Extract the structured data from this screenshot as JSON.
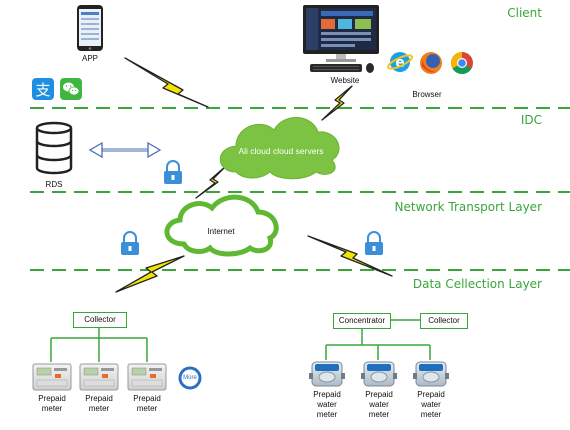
{
  "layers": {
    "client": "Client",
    "idc": "IDC",
    "network": "Network Transport Layer",
    "data_collection": "Data Cellection Layer"
  },
  "client": {
    "app_label": "APP",
    "website_label": "Website",
    "browser_label": "Browser"
  },
  "idc": {
    "cloud_label": "Ali cloud  cloud servers",
    "rds_label": "RDS"
  },
  "network": {
    "internet_label": "Internet"
  },
  "collection": {
    "left_collector": "Collector",
    "concentrator": "Concentrator",
    "right_collector": "Collector",
    "meters_left": [
      "Prepaid\nmeter",
      "Prepaid\nmeter",
      "Prepaid\nmeter"
    ],
    "more_label": "More",
    "meters_right": [
      "Prepaid\nwater\nmeter",
      "Prepaid\nwater\nmeter",
      "Prepaid\nwater\nmeter"
    ]
  },
  "colors": {
    "green": "#3aa63a",
    "cloud": "#7cc243",
    "lightning": "#f2e600",
    "lock": "#3b8fd9"
  }
}
